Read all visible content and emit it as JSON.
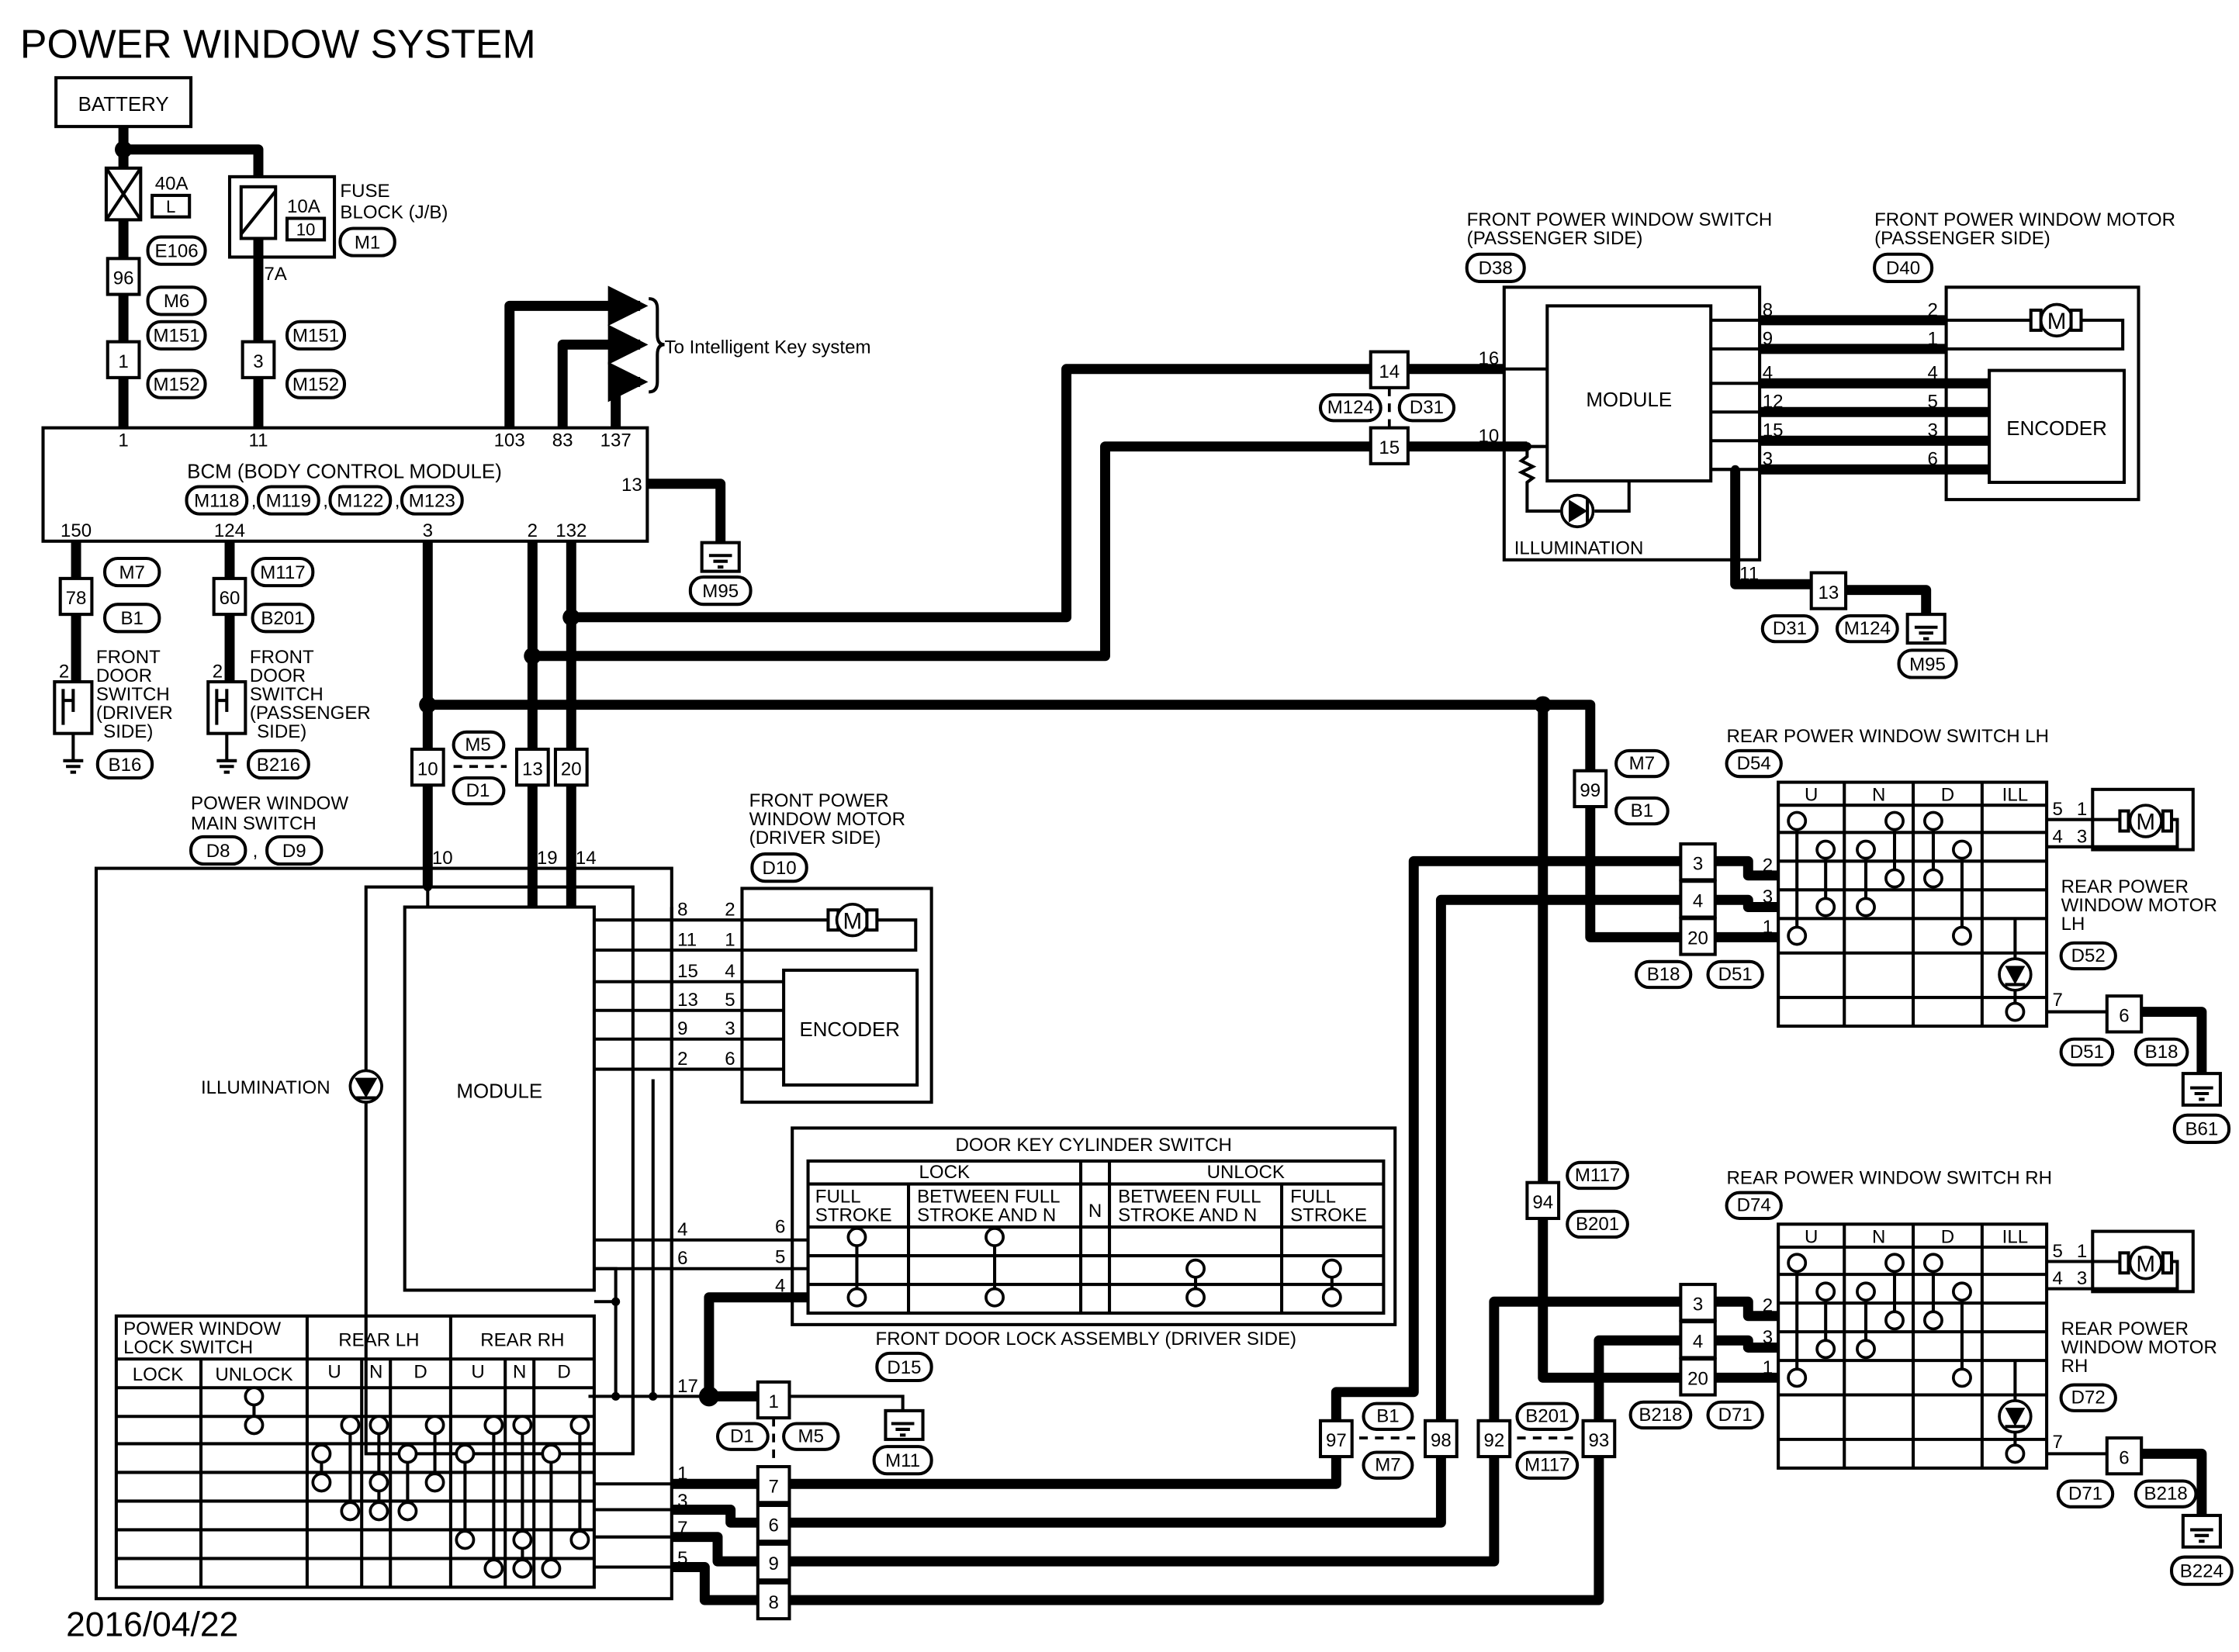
{
  "title": "POWER WINDOW SYSTEM",
  "date": "2016/04/22",
  "battery": {
    "label": "BATTERY"
  },
  "fuse_40a": {
    "rating": "40A",
    "type": "L",
    "connector": "E106"
  },
  "fuse_block": {
    "rating": "10A",
    "number": "10",
    "label_line1": "FUSE",
    "label_line2": "BLOCK (J/B)",
    "connector": "M1",
    "out_terminal": "7A"
  },
  "harness_left": {
    "pin1": "96",
    "pin2": "1",
    "conn1": "M6",
    "conn2": "M151",
    "conn3": "M152"
  },
  "harness_right": {
    "pin": "3",
    "conn1": "M151",
    "conn2": "M152"
  },
  "intelligent_key": "To Intelligent Key system",
  "bcm": {
    "label": "BCM (BODY CONTROL MODULE)",
    "connectors": [
      "M118",
      "M119",
      "M122",
      "M123"
    ],
    "pins_top": [
      "1",
      "11",
      "103",
      "83",
      "137"
    ],
    "pins_bottom": [
      "150",
      "124",
      "3",
      "2",
      "132"
    ],
    "pin_ground": "13",
    "ground_connector": "M95"
  },
  "front_door_switch_driver": {
    "harness_pin": "78",
    "conn1": "M7",
    "conn2": "B1",
    "pin": "2",
    "label_lines": [
      "FRONT",
      "DOOR",
      "SWITCH",
      "(DRIVER",
      "SIDE)"
    ],
    "connector": "B16"
  },
  "front_door_switch_passenger": {
    "harness_pin": "60",
    "conn1": "M117",
    "conn2": "B201",
    "pin": "2",
    "label_lines": [
      "FRONT",
      "DOOR",
      "SWITCH",
      "(PASSENGER",
      "SIDE)"
    ],
    "connector": "B216"
  },
  "joint_m5_d1": {
    "pins": [
      "10",
      "13",
      "20"
    ],
    "conn1": "M5",
    "conn2": "D1"
  },
  "main_switch": {
    "label_line1": "POWER WINDOW",
    "label_line2": "MAIN SWITCH",
    "connectors": [
      "D8",
      "D9"
    ],
    "pins_top": [
      "10",
      "19",
      "14"
    ],
    "module_label": "MODULE",
    "illumination_label": "ILLUMINATION",
    "motor_pins": [
      "8",
      "11",
      "15",
      "13",
      "9",
      "2"
    ],
    "key_pins": [
      "4",
      "6"
    ],
    "ground_pin": "17",
    "rear_pins": [
      "1",
      "3",
      "7",
      "5"
    ]
  },
  "front_motor_driver": {
    "label_lines": [
      "FRONT POWER",
      "WINDOW MOTOR",
      "(DRIVER SIDE)"
    ],
    "connector": "D10",
    "motor_symbol": "M",
    "pins": [
      "2",
      "1",
      "4",
      "5",
      "3",
      "6"
    ],
    "encoder_label": "ENCODER"
  },
  "door_key_cylinder": {
    "title": "DOOR KEY CYLINDER SWITCH",
    "lock": "LOCK",
    "unlock": "UNLOCK",
    "full_stroke_1": "FULL",
    "full_stroke_2": "STROKE",
    "between_1": "BETWEEN FULL",
    "between_2": "STROKE AND N",
    "neutral": "N",
    "pins": [
      "6",
      "5",
      "4"
    ]
  },
  "front_door_lock": {
    "label": "FRONT DOOR LOCK ASSEMBLY (DRIVER SIDE)",
    "connector": "D15"
  },
  "lock_switch_table": {
    "title_line1": "POWER WINDOW",
    "title_line2": "LOCK SWITCH",
    "rear_lh": "REAR LH",
    "rear_rh": "REAR RH",
    "lock": "LOCK",
    "unlock": "UNLOCK",
    "u": "U",
    "n": "N",
    "d": "D"
  },
  "joint_m5_d1_lower": {
    "pin_top": "1",
    "pins": [
      "7",
      "6",
      "9",
      "8"
    ],
    "conn1": "D1",
    "conn2": "M5",
    "ground_connector": "M11"
  },
  "joint_b1_m7": {
    "pins": [
      "97",
      "98"
    ],
    "conn1": "B1",
    "conn2": "M7"
  },
  "joint_b201_m117": {
    "pins": [
      "92",
      "93"
    ],
    "conn1": "B201",
    "conn2": "M117"
  },
  "harness_99": {
    "pin": "99",
    "conn1": "M7",
    "conn2": "B1"
  },
  "harness_94": {
    "pin": "94",
    "conn1": "M117",
    "conn2": "B201"
  },
  "front_switch_passenger": {
    "label_line1": "FRONT POWER WINDOW SWITCH",
    "label_line2": "(PASSENGER SIDE)",
    "connector": "D38",
    "module_label": "MODULE",
    "illumination_label": "ILLUMINATION",
    "pins_left": [
      "16",
      "10"
    ],
    "pins_right": [
      "8",
      "9",
      "4",
      "12",
      "15",
      "3"
    ],
    "ground_pin": "11"
  },
  "front_motor_passenger": {
    "label_line1": "FRONT POWER WINDOW MOTOR",
    "label_line2": "(PASSENGER SIDE)",
    "connector": "D40",
    "motor_symbol": "M",
    "pins": [
      "2",
      "1",
      "4",
      "5",
      "3",
      "6"
    ],
    "encoder_label": "ENCODER"
  },
  "harness_m124_d31": {
    "pins": [
      "14",
      "15"
    ],
    "conn1": "M124",
    "conn2": "D31"
  },
  "passenger_ground": {
    "pin": "13",
    "conn1": "D31",
    "conn2": "M124",
    "ground_connector": "M95"
  },
  "rear_switch_lh": {
    "label": "REAR POWER WINDOW SWITCH LH",
    "connector": "D54",
    "cols": [
      "U",
      "N",
      "D",
      "ILL"
    ],
    "harness_pins": [
      "3",
      "4",
      "20"
    ],
    "harness_conn1": "B18",
    "harness_conn2": "D51",
    "switch_pins": [
      "2",
      "3",
      "1",
      "7"
    ],
    "motor_pins": [
      "5",
      "1",
      "4",
      "3"
    ],
    "motor_symbol": "M",
    "motor_label_lines": [
      "REAR POWER",
      "WINDOW MOTOR",
      "LH"
    ],
    "motor_connector": "D52",
    "ground_harness_pin": "6",
    "ground_conn1": "D51",
    "ground_conn2": "B18",
    "ground_connector": "B61"
  },
  "rear_switch_rh": {
    "label": "REAR POWER WINDOW SWITCH RH",
    "connector": "D74",
    "cols": [
      "U",
      "N",
      "D",
      "ILL"
    ],
    "harness_pins": [
      "3",
      "4",
      "20"
    ],
    "harness_conn1": "B218",
    "harness_conn2": "D71",
    "switch_pins": [
      "2",
      "3",
      "1",
      "7"
    ],
    "motor_pins": [
      "5",
      "1",
      "4",
      "3"
    ],
    "motor_symbol": "M",
    "motor_label_lines": [
      "REAR POWER",
      "WINDOW MOTOR",
      "RH"
    ],
    "motor_connector": "D72",
    "ground_harness_pin": "6",
    "ground_conn1": "D71",
    "ground_conn2": "B218",
    "ground_connector": "B224"
  }
}
